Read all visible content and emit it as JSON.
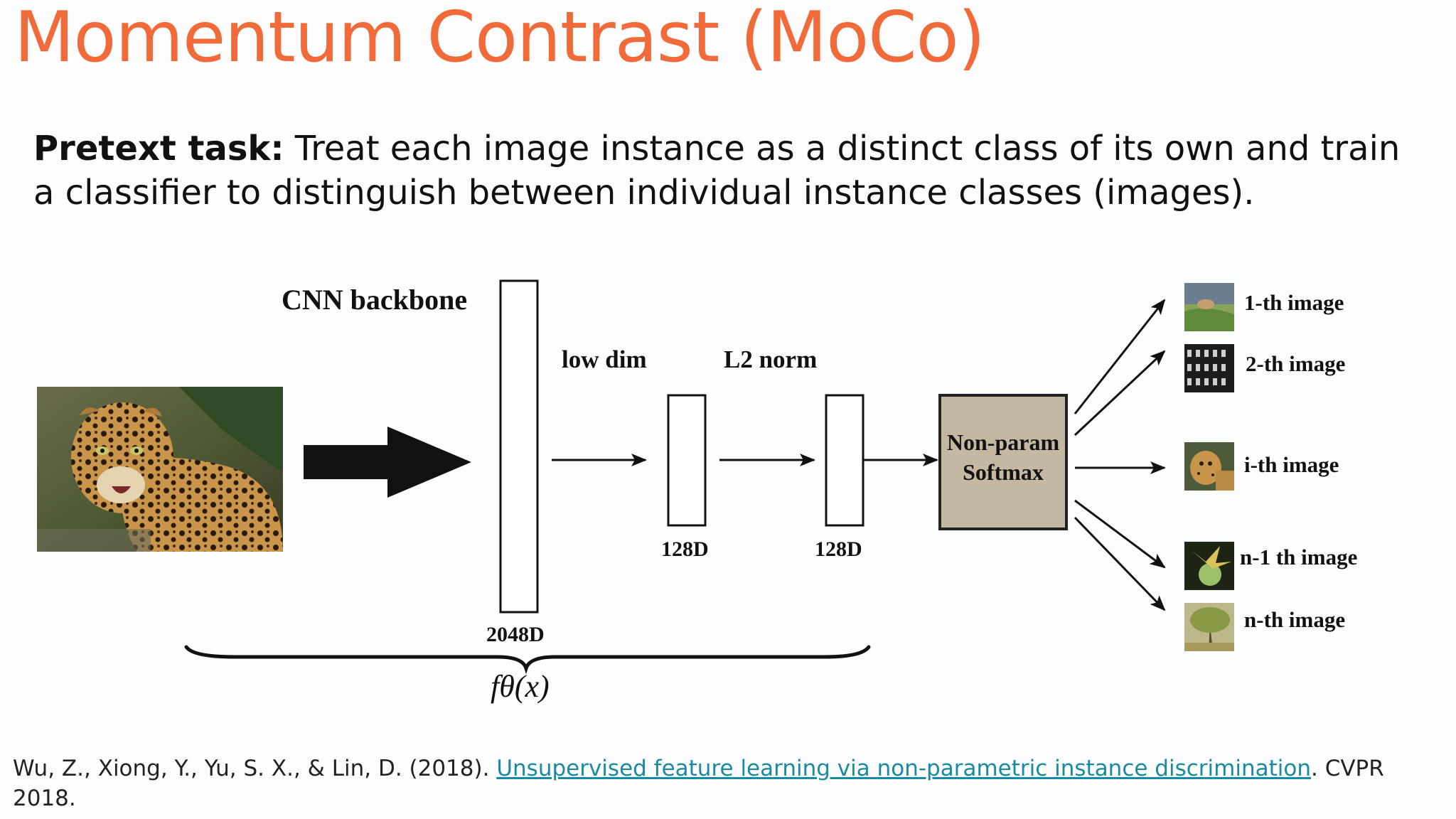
{
  "slide": {
    "title": "Momentum Contrast (MoCo)",
    "pretext": {
      "label": "Pretext task:",
      "text": " Treat each image instance as a distinct class of its own and train a classifier to distinguish between individual instance classes (images)."
    },
    "citation": {
      "authors": "Wu, Z., Xiong, Y., Yu, S. X., & Lin, D. (2018). ",
      "link_text": "Unsupervised feature learning via non-parametric instance discrimination",
      "suffix": ". CVPR 2018."
    }
  },
  "diagram": {
    "backbone_label": "CNN backbone",
    "low_dim_label": "low dim",
    "l2_norm_label": "L2 norm",
    "dim_2048": "2048D",
    "dim_128_a": "128D",
    "dim_128_b": "128D",
    "softmax_line1": "Non-param",
    "softmax_line2": "Softmax",
    "function_label": "fθ(x)",
    "outputs": [
      "1-th image",
      "2-th image",
      "i-th image",
      "n-1 th image",
      "n-th image"
    ],
    "colors": {
      "title": "#f16b3a",
      "softmax_box": "#c5b8a2",
      "link": "#1a8aa3"
    }
  }
}
